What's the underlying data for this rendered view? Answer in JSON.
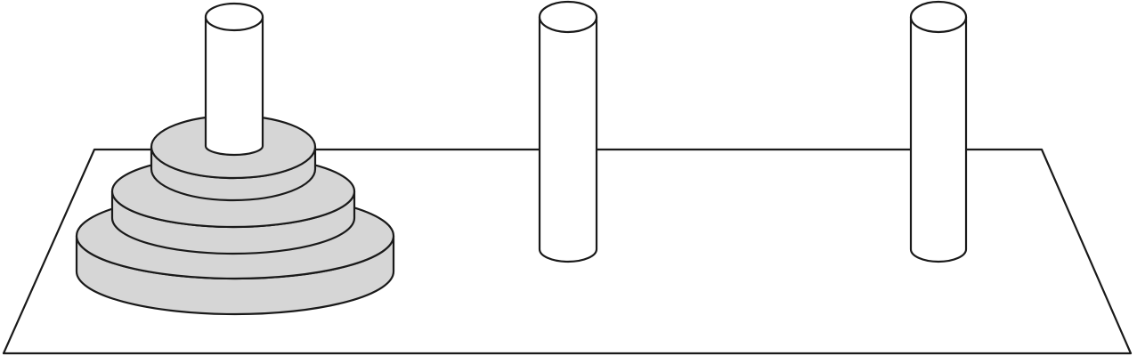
{
  "colors": {
    "background": "#ffffff",
    "stroke": "#1a1a1a",
    "board": "#ffffff",
    "peg": "#ffffff",
    "disk_side": "#d6d6d6",
    "disk_top": "#d6d6d6"
  },
  "puzzle": {
    "peg_count": 3,
    "disk_count": 3,
    "disks_on_peg": [
      3,
      0,
      0
    ]
  }
}
